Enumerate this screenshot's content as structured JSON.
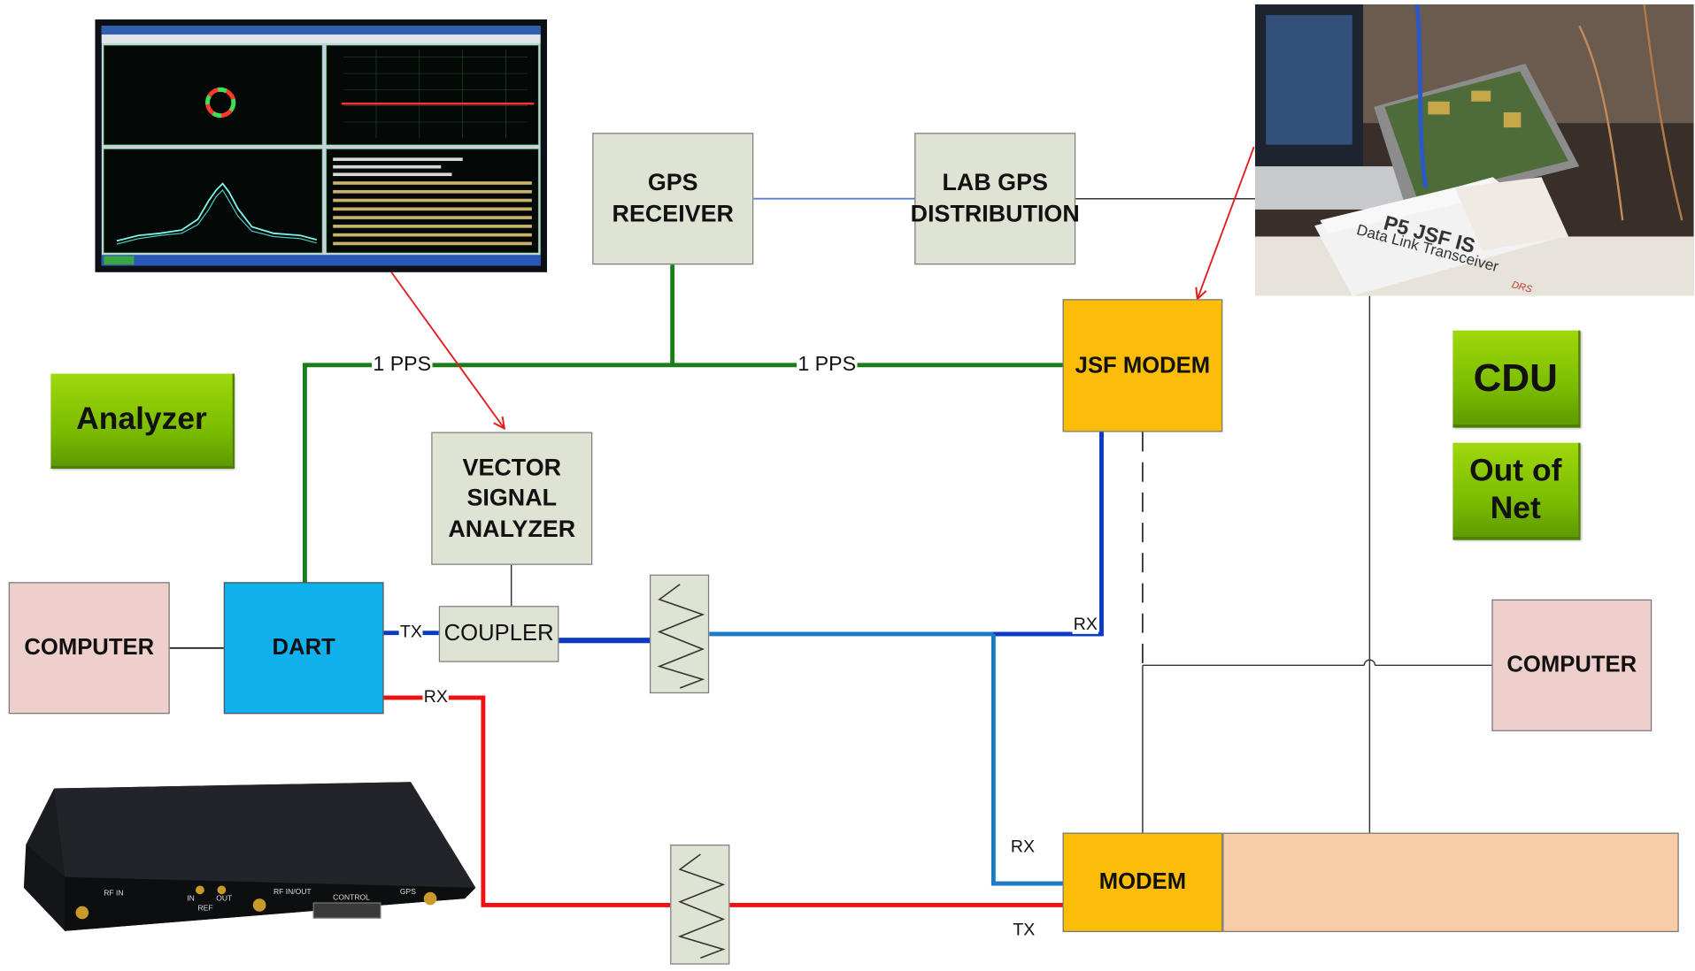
{
  "blocks": {
    "gps_receiver": "GPS\nRECEIVER",
    "lab_gps": "LAB GPS\nDISTRIBUTION",
    "jsf_modem": "JSF MODEM",
    "vsa": "VECTOR\nSIGNAL\nANALYZER",
    "computer_left": "COMPUTER",
    "dart": "DART",
    "coupler": "COUPLER",
    "computer_right": "COMPUTER",
    "modem": "MODEM"
  },
  "tags": {
    "analyzer": "Analyzer",
    "cdu": "CDU",
    "out_of_net": "Out of\nNet"
  },
  "signals": {
    "pps_left": "1 PPS",
    "pps_right": "1 PPS",
    "dart_tx": "TX",
    "dart_rx": "RX",
    "jsf_rx": "RX",
    "modem_rx": "RX",
    "modem_tx": "TX"
  },
  "photos": {
    "transceiver_label_line1": "P5 JSF IS",
    "transceiver_label_line2": "Data Link Transceiver",
    "transceiver_brand": "DRS",
    "dart_panel_labels": [
      "RF IN",
      "IN",
      "OUT",
      "REF",
      "RF IN/OUT",
      "CONTROL",
      "GPS"
    ]
  },
  "colors": {
    "pps_line": "#1a7d1a",
    "tx_blue": "#0b3bc4",
    "rf_blue": "#1a7ac4",
    "rx_red": "#ee1111",
    "pointer_red": "#e21a1a"
  }
}
